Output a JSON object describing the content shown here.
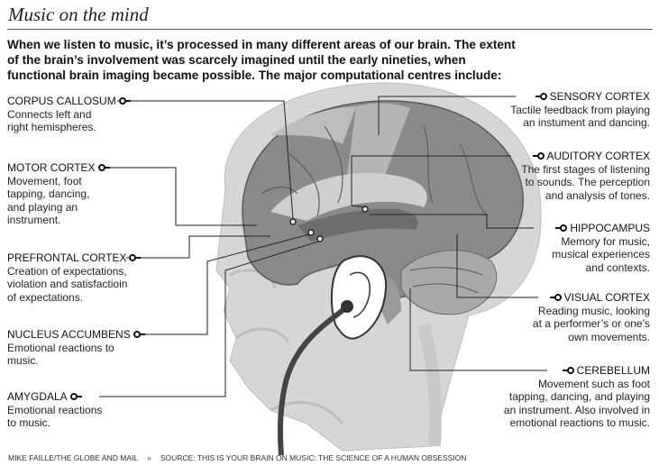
{
  "title": "Music on the mind",
  "intro": [
    "When we listen to music, it’s processed in many different areas of our brain. The extent",
    "of the brain’s involvement was scarcely imagined until the early nineties, when",
    "functional brain imaging became possible. The major computational centres include:"
  ],
  "left_labels": [
    {
      "heading": "CORPUS CALLOSUM",
      "desc": [
        "Connects left and",
        "right hemispheres."
      ]
    },
    {
      "heading": "MOTOR CORTEX",
      "desc": [
        "Movement, foot",
        "tapping, dancing,",
        "and playing an",
        "instrument."
      ]
    },
    {
      "heading": "PREFRONTAL CORTEX",
      "desc": [
        "Creation of expectations,",
        "violation and satisfactioin",
        "of expectations."
      ]
    },
    {
      "heading": "NUCLEUS ACCUMBENS",
      "desc": [
        "Emotional reactions to",
        "music."
      ]
    },
    {
      "heading": "AMYGDALA",
      "desc": [
        "Emotional reactions",
        "to music."
      ]
    }
  ],
  "right_labels": [
    {
      "heading": "SENSORY CORTEX",
      "desc": [
        "Tactile feedback from playing",
        "an instument and dancing."
      ]
    },
    {
      "heading": "AUDITORY CORTEX",
      "desc": [
        "The first stages of listening",
        "to sounds. The perception",
        "and analysis of tones."
      ]
    },
    {
      "heading": "HIPPOCAMPUS",
      "desc": [
        "Memory for music,",
        "musical experiences",
        "and contexts."
      ]
    },
    {
      "heading": "VISUAL CORTEX",
      "desc": [
        "Reading music, looking",
        "at a performer’s or one’s",
        "own movements."
      ]
    },
    {
      "heading": "CEREBELLUM",
      "desc": [
        "Movement such as foot",
        "tapping, dancing, and playing",
        "an instrument. Also involved in",
        "emotional reactions to music."
      ]
    }
  ],
  "footer": {
    "credit": "MIKE FAILLE/THE GLOBE AND MAIL",
    "separator": "»",
    "source": "SOURCE: THIS IS YOUR BRAIN ON MUSIC: THE SCIENCE OF A HUMAN OBSESSION"
  },
  "colors": {
    "brain": "#8a8a8a",
    "skull": "#d6d6d6",
    "cerebellum": "#a9a9a9",
    "lines": "#222222"
  }
}
